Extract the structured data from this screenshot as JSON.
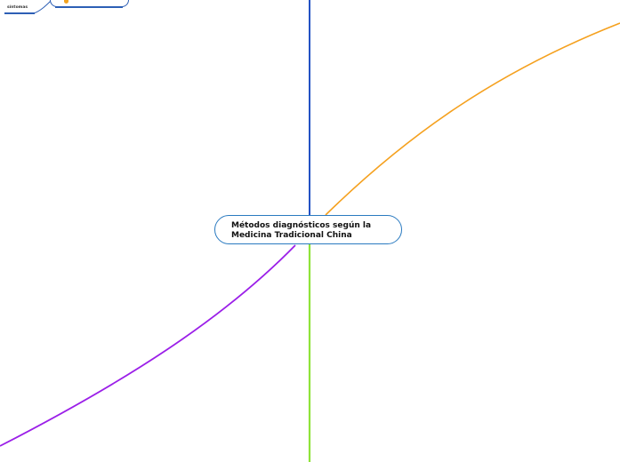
{
  "map": {
    "central_topic": {
      "line1": "Métodos diagnósticos según la",
      "line2": "Medicina Tradicional China"
    },
    "subtopics": [
      {
        "label": "síntomas"
      },
      {
        "label": ""
      }
    ],
    "colors": {
      "central_border": "#2a7ac0",
      "branch_top": "#2352c4",
      "branch_right": "#f5a11f",
      "branch_left": "#9b1fe8",
      "branch_bottom": "#8fe33a",
      "subtopic_line": "#2d5fb5"
    }
  }
}
